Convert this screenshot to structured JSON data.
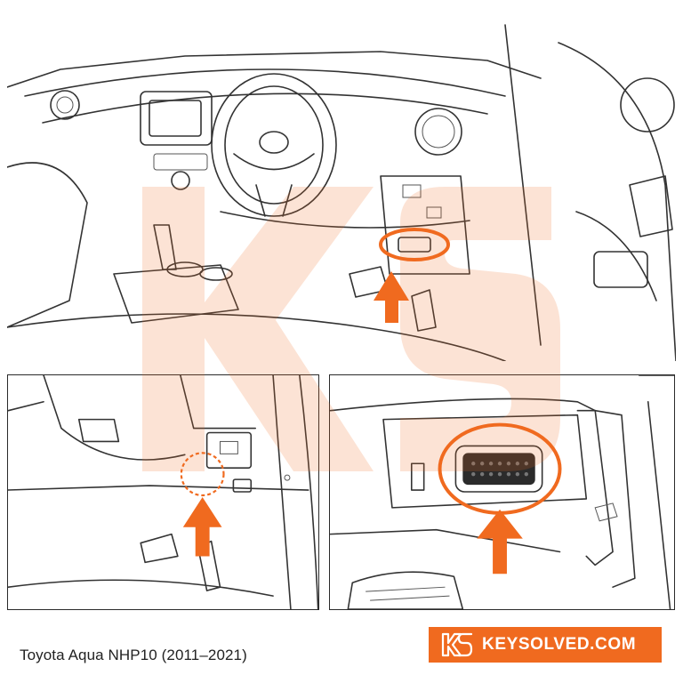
{
  "caption": "Toyota Aqua NHP10 (2011–2021)",
  "brand": {
    "name": "KEYSOLVED.COM",
    "logo_icon": "ks-logo-icon",
    "color": "#f06a1f"
  },
  "colors": {
    "accent": "#f06a1f",
    "line": "#333333",
    "background": "#ffffff"
  },
  "panels": [
    {
      "id": "overview",
      "icon": "dashboard-interior-illustration"
    },
    {
      "id": "closeup-left",
      "icon": "under-dash-closeup-illustration"
    },
    {
      "id": "closeup-right",
      "icon": "obd2-port-closeup-illustration"
    }
  ]
}
